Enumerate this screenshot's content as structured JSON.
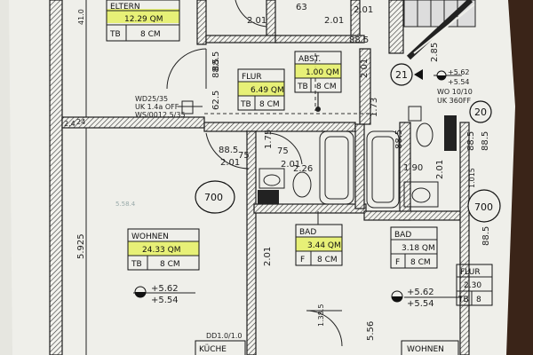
{
  "rooms": {
    "eltern": {
      "name": "ELTERN",
      "area": "12.29 QM",
      "floor_code": "TB",
      "thickness": "8 CM"
    },
    "flur_center": {
      "name": "FLUR",
      "area": "6.49 QM",
      "floor_code": "TB",
      "thickness": "8 CM"
    },
    "abst": {
      "name": "ABST.",
      "area": "1.00 QM",
      "floor_code": "TB",
      "thickness": "8 CM"
    },
    "wohnen": {
      "name": "WOHNEN",
      "area": "24.33 QM",
      "floor_code": "TB",
      "thickness": "8 CM"
    },
    "bad_center": {
      "name": "BAD",
      "area": "3.44 QM",
      "floor_code": "F",
      "thickness": "8 CM"
    },
    "bad_right": {
      "name": "BAD",
      "area": "3.18 QM",
      "floor_code": "F",
      "thickness": "8 CM"
    },
    "flur_right": {
      "name": "FLUR",
      "area": "2.30",
      "floor_code": "TB",
      "thickness": "8"
    },
    "kueche": {
      "name": "KÜCHE"
    },
    "wohnen_bottom": {
      "name": "WOHNEN"
    }
  },
  "markers": {
    "m700_left": "700",
    "m700_right": "700",
    "m21": "21",
    "m20": "20"
  },
  "levels": {
    "right_top": {
      "plus": "+5.62",
      "minus": "+5.54"
    },
    "wohnen": {
      "plus": "+5.62",
      "minus": "+5.54"
    },
    "bottom_right": {
      "plus": "+5.62",
      "minus": "+5.54"
    }
  },
  "dimensions": {
    "d1": "2.01",
    "d2": "63",
    "d3": "2.01",
    "d4": "88.5",
    "d5": "62.5",
    "d6": "75",
    "d7": "2.01",
    "d8": "75",
    "d9": "88.5",
    "d10": "2.01",
    "d11": "2.26",
    "d12": "1.75",
    "d13": "2.01",
    "d14": "5.925",
    "d15": "1.73",
    "d16": "2.01",
    "d17": "1.90",
    "d18": "88.5",
    "d19": "2.01",
    "d20": "2.85",
    "d21": "88.5",
    "d22": "88.5",
    "d23": "5.56",
    "d24": "24",
    "d25": "2.01",
    "d26": "41.0",
    "d27": "2.4",
    "d28": "88.5",
    "d29": "88.5",
    "d30": "1.015",
    "d31": "1.38.5",
    "d32": "DD1.0/1.0",
    "d33": "88.5"
  },
  "notes": {
    "wd": "WD25/35",
    "uk": "UK 1.4a OFF",
    "ws": "WS/0012.5/35",
    "wo": "WO 10/10",
    "uk_right": "UK 360FF",
    "pencil": "5.58.4"
  }
}
